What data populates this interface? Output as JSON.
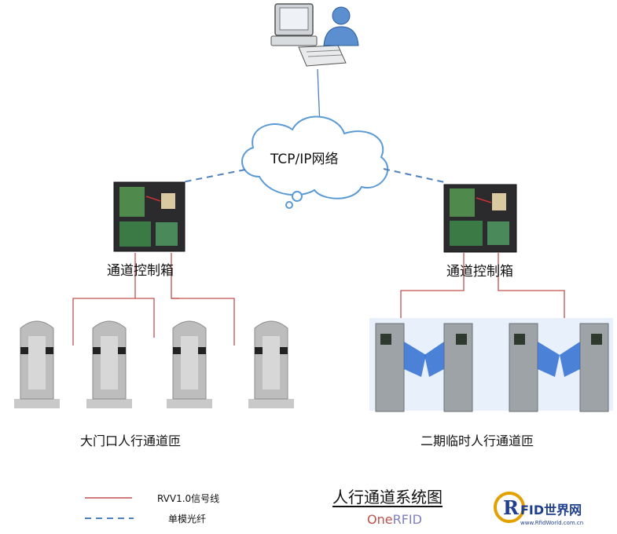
{
  "network_label": "TCP/IP网络",
  "controllers": [
    {
      "label": "通道控制箱"
    },
    {
      "label": "通道控制箱"
    }
  ],
  "groups": [
    {
      "label": "大门口人行通道匝"
    },
    {
      "label": "二期临时人行通道匝"
    }
  ],
  "legend": {
    "signal_line": "RVV1.0信号线",
    "fiber_line": "单模光纤"
  },
  "diagram_title": "人行通道系统图",
  "brand": {
    "part1": "One",
    "part2": "RFID"
  },
  "logo": {
    "text": "RFID世界网",
    "url_text": "www.RfidWorld.com.cn"
  },
  "colors": {
    "signal_line": "#c0504d",
    "fiber_line": "#4f81bd",
    "cloud_stroke": "#5b9bd5",
    "brand_one": "#c0504d",
    "brand_rfid": "#7f7fbf"
  }
}
